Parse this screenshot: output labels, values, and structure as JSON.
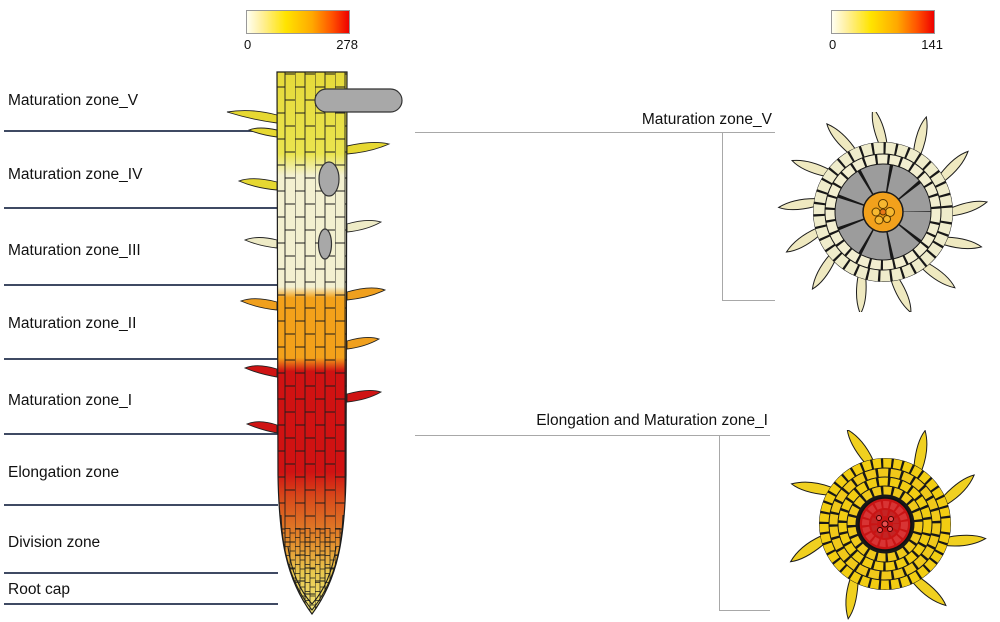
{
  "colorbar_left": {
    "min_label": "0",
    "max_label": "278"
  },
  "colorbar_right": {
    "min_label": "0",
    "max_label": "141"
  },
  "zones": [
    "Maturation zone_V",
    "Maturation zone_IV",
    "Maturation zone_III",
    "Maturation zone_II",
    "Maturation zone_I",
    "Elongation zone",
    "Division zone",
    "Root cap"
  ],
  "sections": {
    "top_label": "Maturation zone_V",
    "bottom_label": "Elongation and Maturation zone_I"
  },
  "heatmap_colors": {
    "scale_min": "#FFFFF0",
    "scale_mid": "#FFD400",
    "scale_max": "#EE0000",
    "no_data_gray": "#A8A8A8"
  },
  "zone_colors": {
    "maturation_v": "#E6DA3A",
    "maturation_iv": "#EAE44E",
    "maturation_iii": "#F3F0D0",
    "maturation_ii": "#F3A11A",
    "maturation_i": "#D01212",
    "elongation": "#D01212",
    "division": "#E2882A",
    "root_cap": "#F0E478"
  }
}
